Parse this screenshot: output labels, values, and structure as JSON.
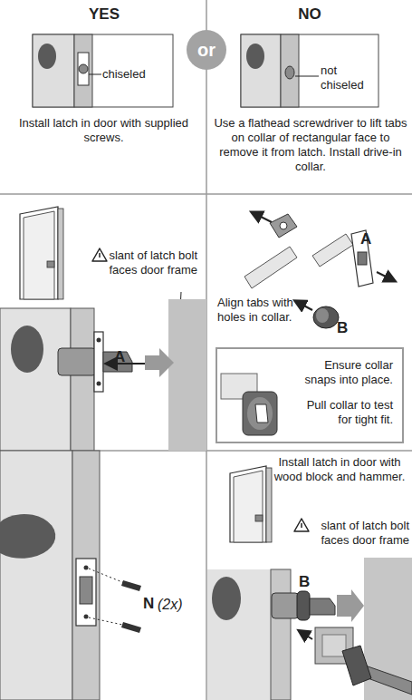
{
  "diagram": {
    "nodes": [
      {
        "text": [
          "or"
        ]
      },
      {
        "text": [
          "Ensure collar snaps into place.",
          "Pull collar to test for tight fit."
        ]
      }
    ],
    "labels": [
      "YES",
      "NO",
      "chiseled",
      "not chiseled",
      "Install latch in door with supplied screws.",
      "Use a flathead screwdriver to lift tabs on collar of rectangular face to remove it from latch. Install drive-in collar.",
      "slant of latch bolt faces door frame",
      "A",
      "A",
      "Align tabs with holes in collar.",
      "B",
      "N",
      "(2x)",
      "Install latch in door with wood block and hammer.",
      "slant of latch bolt faces door frame",
      "B"
    ]
  }
}
